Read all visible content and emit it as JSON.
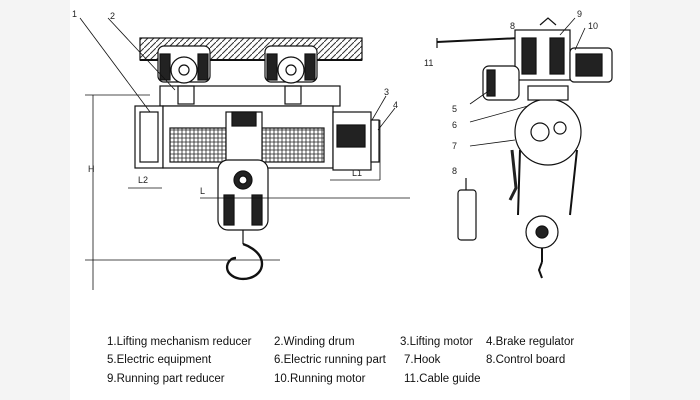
{
  "callouts": {
    "left": [
      "1",
      "2",
      "3",
      "4",
      "H",
      "L2",
      "L",
      "L1"
    ],
    "right": [
      "9",
      "8",
      "10",
      "11",
      "5",
      "6",
      "7",
      "8"
    ]
  },
  "legend": [
    {
      "text": "1.Lifting mechanism reducer"
    },
    {
      "text": "2.Winding drum"
    },
    {
      "text": "3.Lifting motor"
    },
    {
      "text": "4.Brake regulator"
    },
    {
      "text": "5.Electric equipment"
    },
    {
      "text": "6.Electric running part"
    },
    {
      "text": "7.Hook"
    },
    {
      "text": "8.Control board"
    },
    {
      "text": "9.Running part reducer"
    },
    {
      "text": "10.Running motor"
    },
    {
      "text": "11.Cable guide"
    }
  ]
}
